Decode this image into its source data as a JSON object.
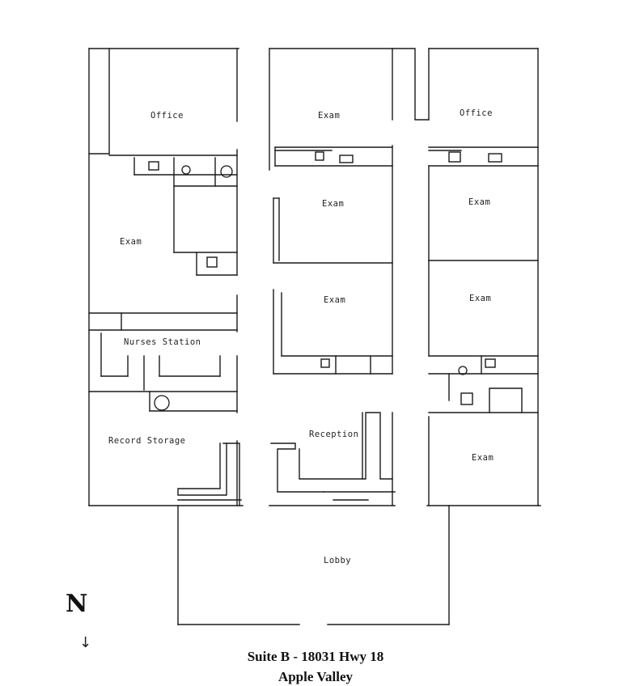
{
  "rooms": {
    "office_nw": "Office",
    "exam_north_center": "Exam",
    "office_ne": "Office",
    "exam_center_2": "Exam",
    "exam_east_2": "Exam",
    "exam_west": "Exam",
    "exam_center_3": "Exam",
    "exam_east_3": "Exam",
    "nurses_station": "Nurses Station",
    "record_storage": "Record Storage",
    "reception": "Reception",
    "exam_se": "Exam",
    "lobby": "Lobby"
  },
  "compass": {
    "label": "N",
    "arrow": "↓"
  },
  "caption": {
    "line1": "Suite B - 18031 Hwy 18",
    "line2": "Apple Valley"
  }
}
